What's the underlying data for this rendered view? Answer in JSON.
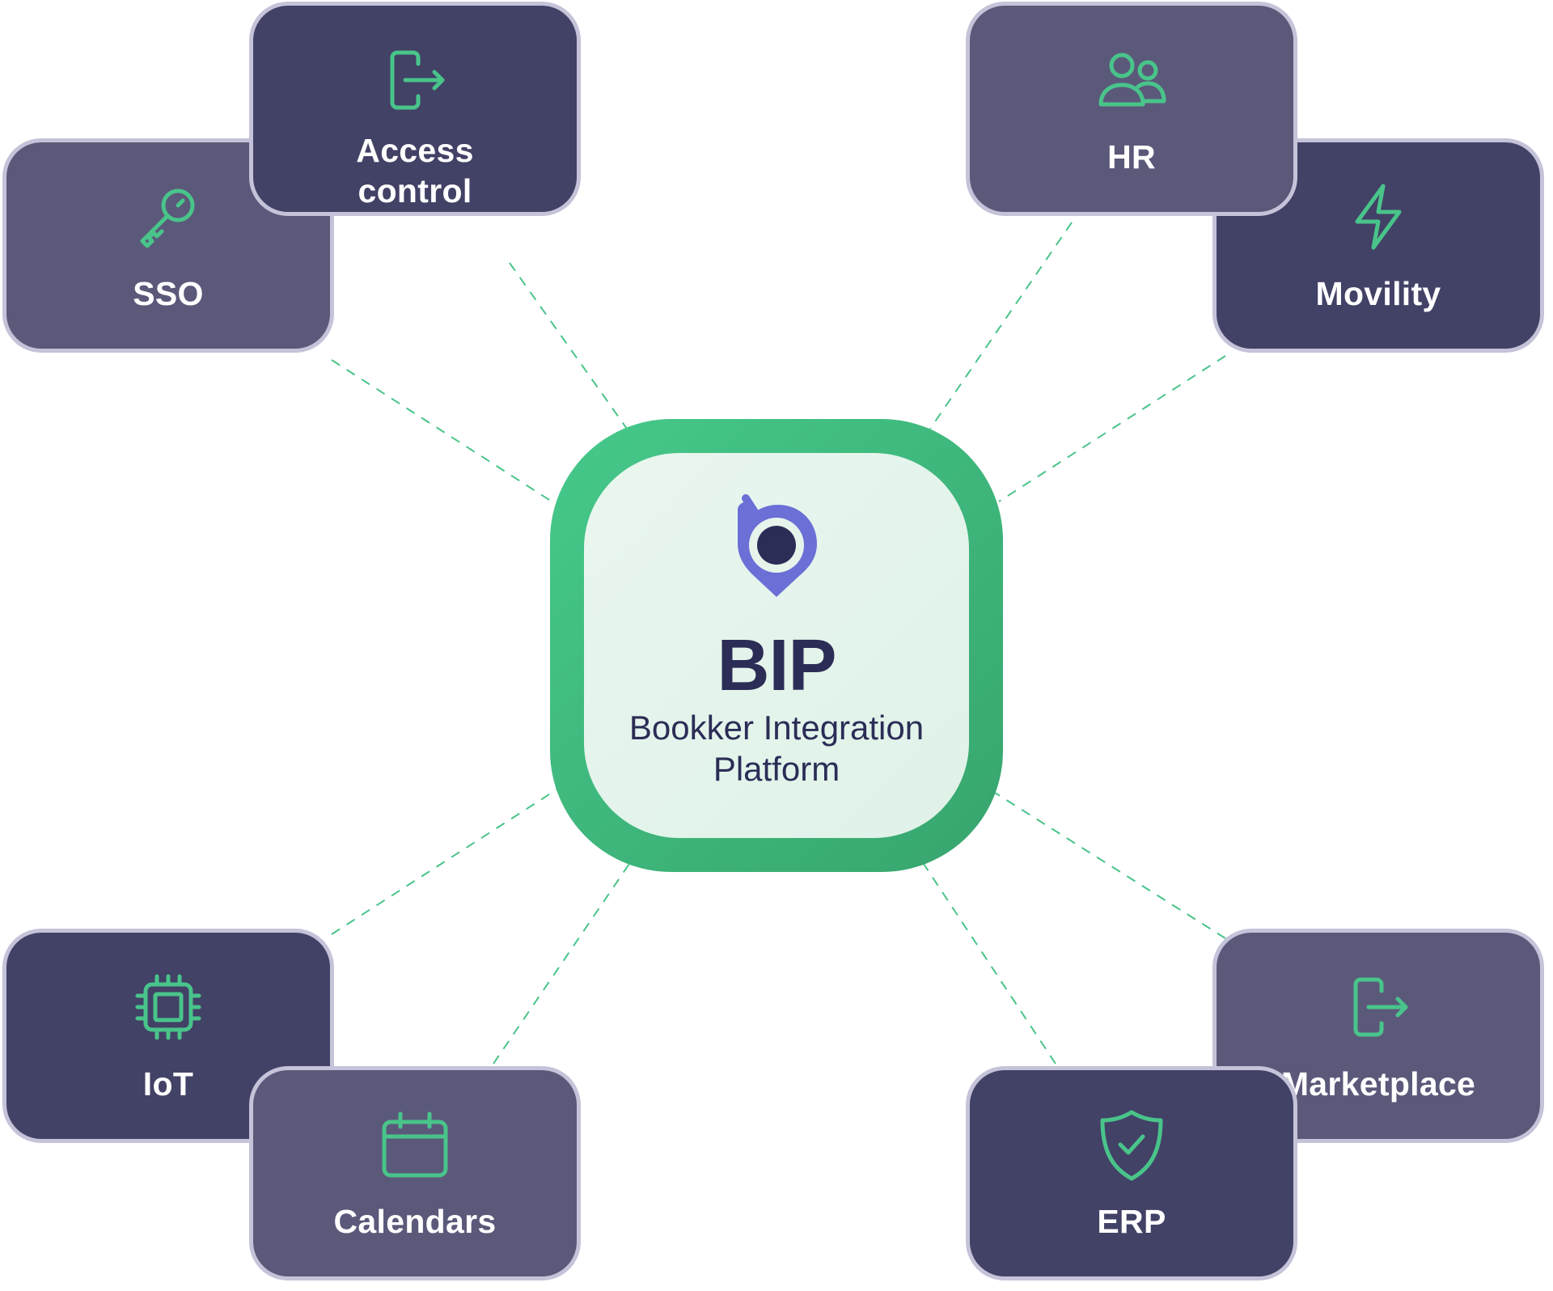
{
  "center": {
    "title": "BIP",
    "subtitle": "Bookker Integration Platform",
    "logo_icon": "bookker-pin-logo-icon"
  },
  "colors": {
    "accent_green": "#46c98b",
    "card_light": "#5b597a",
    "card_dark": "#424166",
    "card_border": "#c5c3d9",
    "title_navy": "#2b2d56",
    "logo_purple": "#6b6fd6"
  },
  "integrations": {
    "sso": {
      "label": "SSO",
      "icon": "key-icon"
    },
    "access_control": {
      "label": "Access control",
      "icon": "exit-door-arrow-icon"
    },
    "hr": {
      "label": "HR",
      "icon": "users-icon"
    },
    "movility": {
      "label": "Movility",
      "icon": "lightning-bolt-icon"
    },
    "iot": {
      "label": "IoT",
      "icon": "cpu-chip-icon"
    },
    "calendars": {
      "label": "Calendars",
      "icon": "calendar-icon"
    },
    "marketplace": {
      "label": "Marketplace",
      "icon": "exit-door-arrow-icon"
    },
    "erp": {
      "label": "ERP",
      "icon": "shield-check-icon"
    }
  }
}
